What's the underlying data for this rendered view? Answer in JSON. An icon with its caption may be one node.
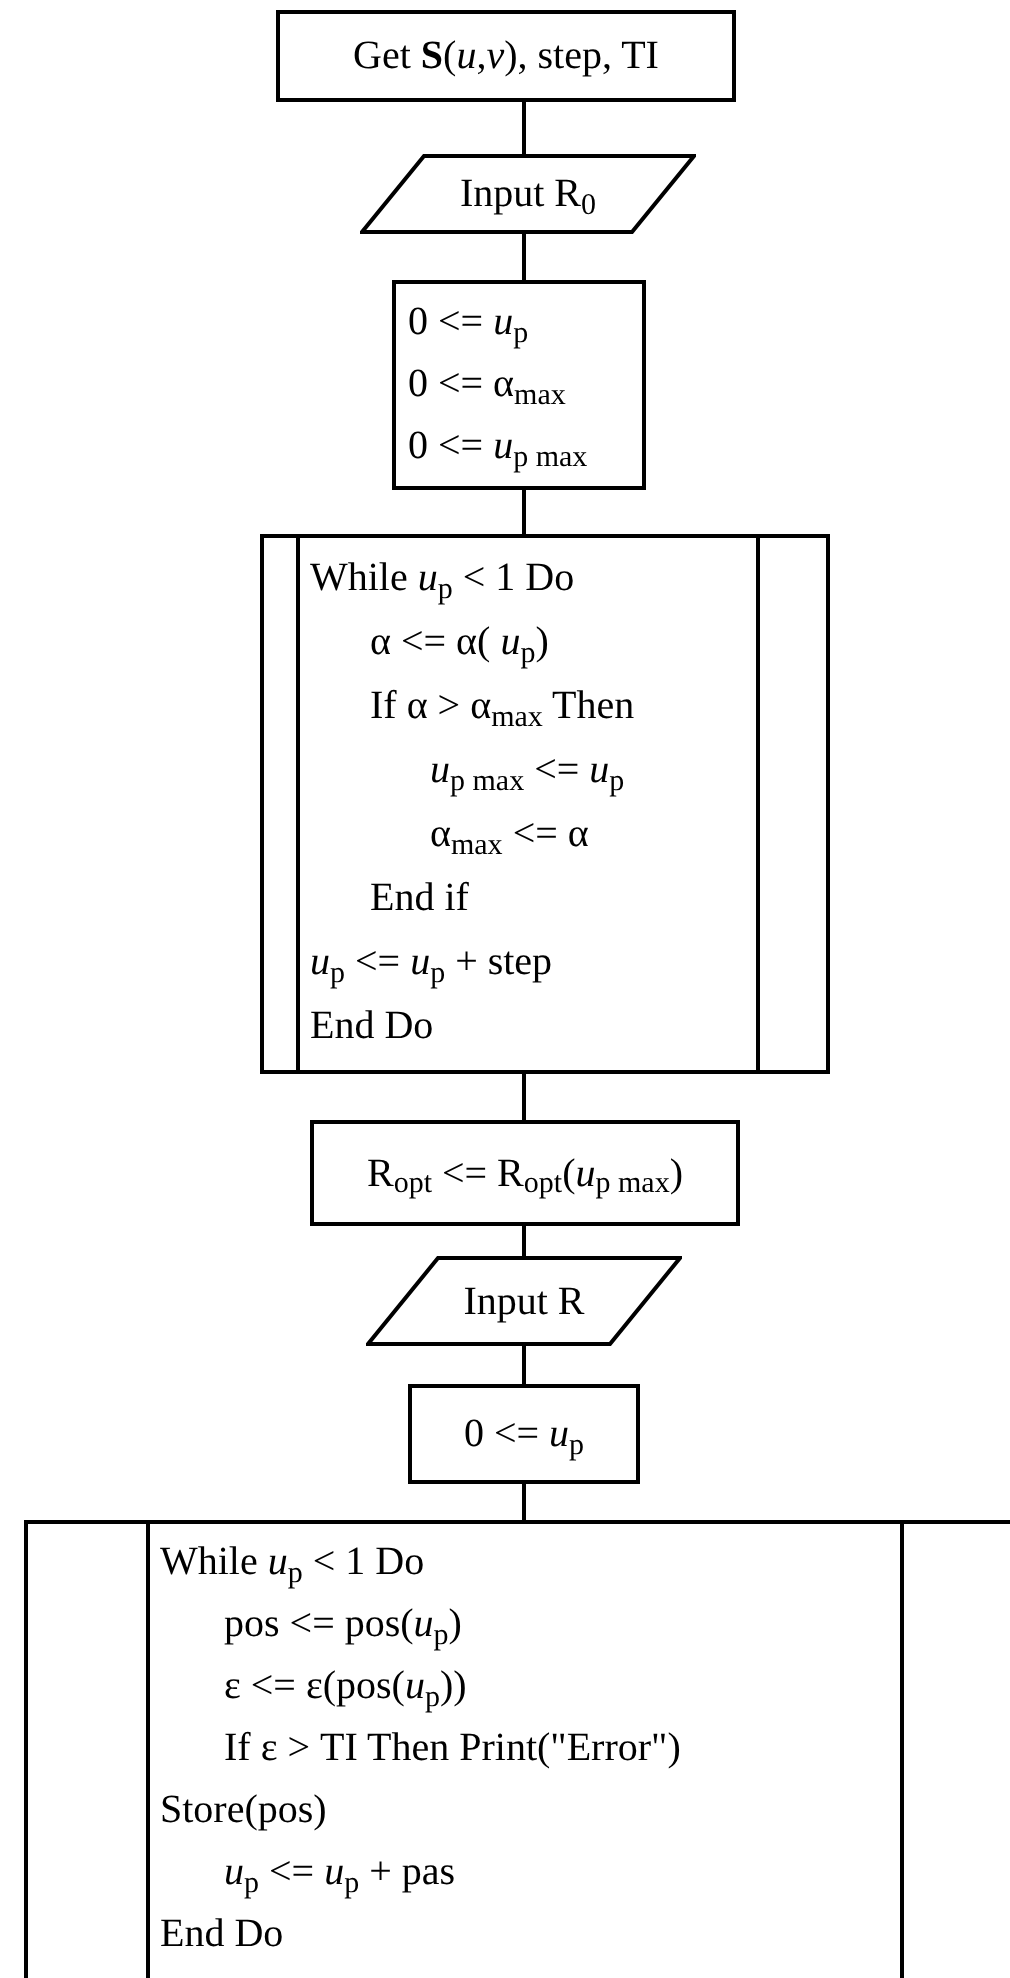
{
  "diagram": {
    "nodes": [
      {
        "text": [
          "Get **S**(*u*,*v*), step, TI"
        ]
      },
      {
        "text": [
          "Input R$_{0}$"
        ]
      },
      {
        "text": [
          "0 <= *u*$_{p}$",
          "0 <= α$_{max}$",
          "0 <= *u*$_{p max}$"
        ]
      },
      {
        "text": [
          "While *u*$_{p}$ < 1 Do",
          "α <= α( *u*$_{p}$)",
          "If α > α$_{max}$ Then",
          "*u*$_{p max}$ <= *u*$_{p}$",
          "α$_{max}$ <= α",
          "End if",
          "*u*$_{p}$ <= *u*$_{p}$ + step",
          "End Do"
        ]
      },
      {
        "text": [
          "R$_{opt}$ <= R$_{opt}$(*u*$_{p max}$)"
        ]
      },
      {
        "text": [
          "Input R"
        ]
      },
      {
        "text": [
          "0 <= *u*$_{p}$"
        ]
      },
      {
        "text": [
          "While *u*$_{p}$ < 1 Do",
          "pos <= pos(*u*$_{p}$)",
          "ε <= ε(pos(*u*$_{p}$))",
          "If ε > TI Then Print(\"Error\")",
          "Store(pos)",
          "*u*$_{p}$ <= *u*$_{p}$ + pas",
          "End Do"
        ]
      }
    ],
    "edges": [
      {
        "from": 0,
        "to": 1,
        "arrow": "none"
      },
      {
        "from": 1,
        "to": 2,
        "arrow": "none"
      },
      {
        "from": 2,
        "to": 3,
        "arrow": "none"
      },
      {
        "from": 3,
        "to": 4,
        "arrow": "none"
      },
      {
        "from": 4,
        "to": 5,
        "arrow": "none"
      },
      {
        "from": 5,
        "to": 6,
        "arrow": "none"
      },
      {
        "from": 6,
        "to": 7,
        "arrow": "none"
      }
    ]
  }
}
